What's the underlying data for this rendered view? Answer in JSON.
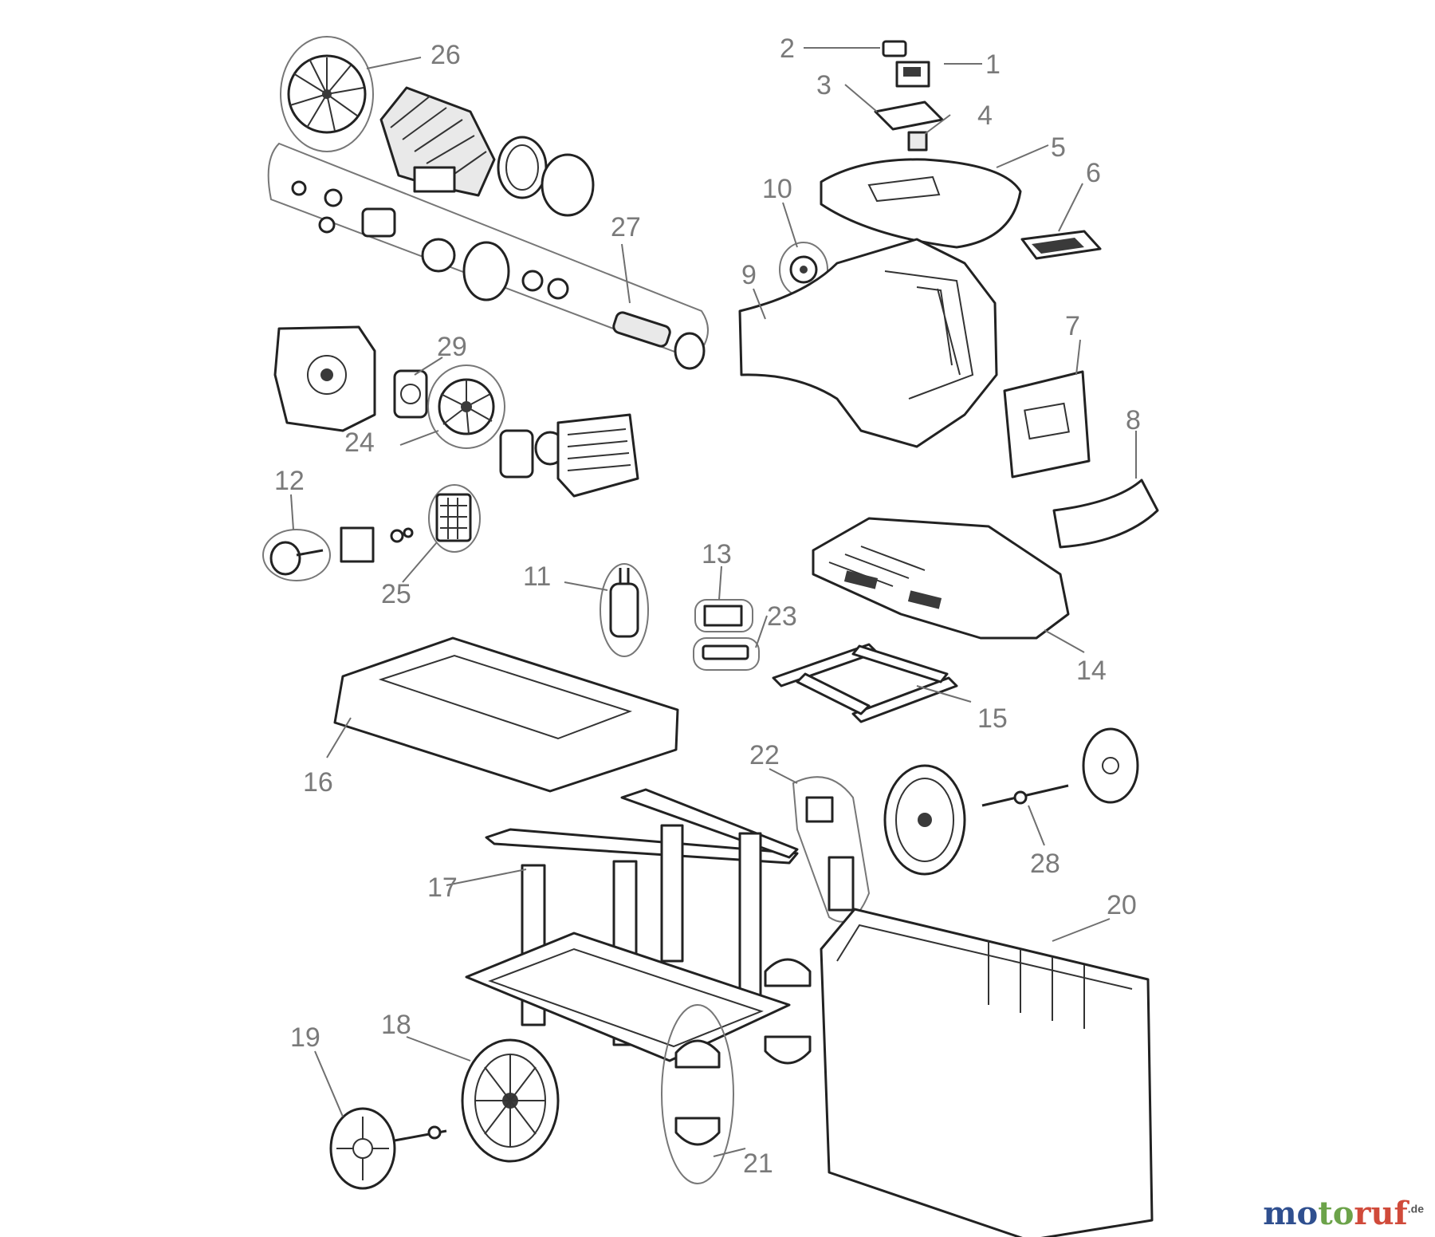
{
  "labels": [
    "1",
    "2",
    "3",
    "4",
    "5",
    "6",
    "7",
    "8",
    "9",
    "10",
    "11",
    "12",
    "13",
    "14",
    "15",
    "16",
    "17",
    "18",
    "19",
    "20",
    "21",
    "22",
    "23",
    "24",
    "25",
    "26",
    "27",
    "28",
    "29"
  ],
  "brand": {
    "part1": "mo",
    "part2": "to",
    "part3": "ruf",
    "tld": ".de"
  }
}
